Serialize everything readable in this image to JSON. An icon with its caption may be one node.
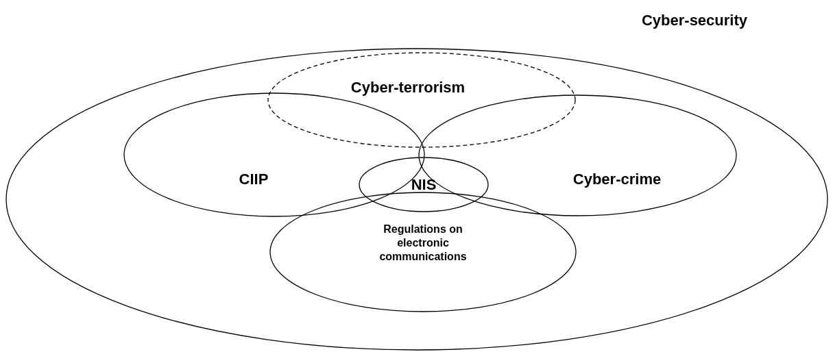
{
  "diagram": {
    "nodes": [
      {
        "text": [
          "Cyber-security"
        ]
      },
      {
        "text": [
          "Cyber-terrorism"
        ],
        "in": 0
      },
      {
        "text": [
          "CIIP"
        ],
        "in": 0
      },
      {
        "text": [
          "Cyber-crime"
        ],
        "in": 0
      },
      {
        "text": [
          "NIS"
        ],
        "in": 0
      },
      {
        "text": [
          "Regulations on electronic communications"
        ],
        "in": 0
      }
    ],
    "edges": []
  }
}
